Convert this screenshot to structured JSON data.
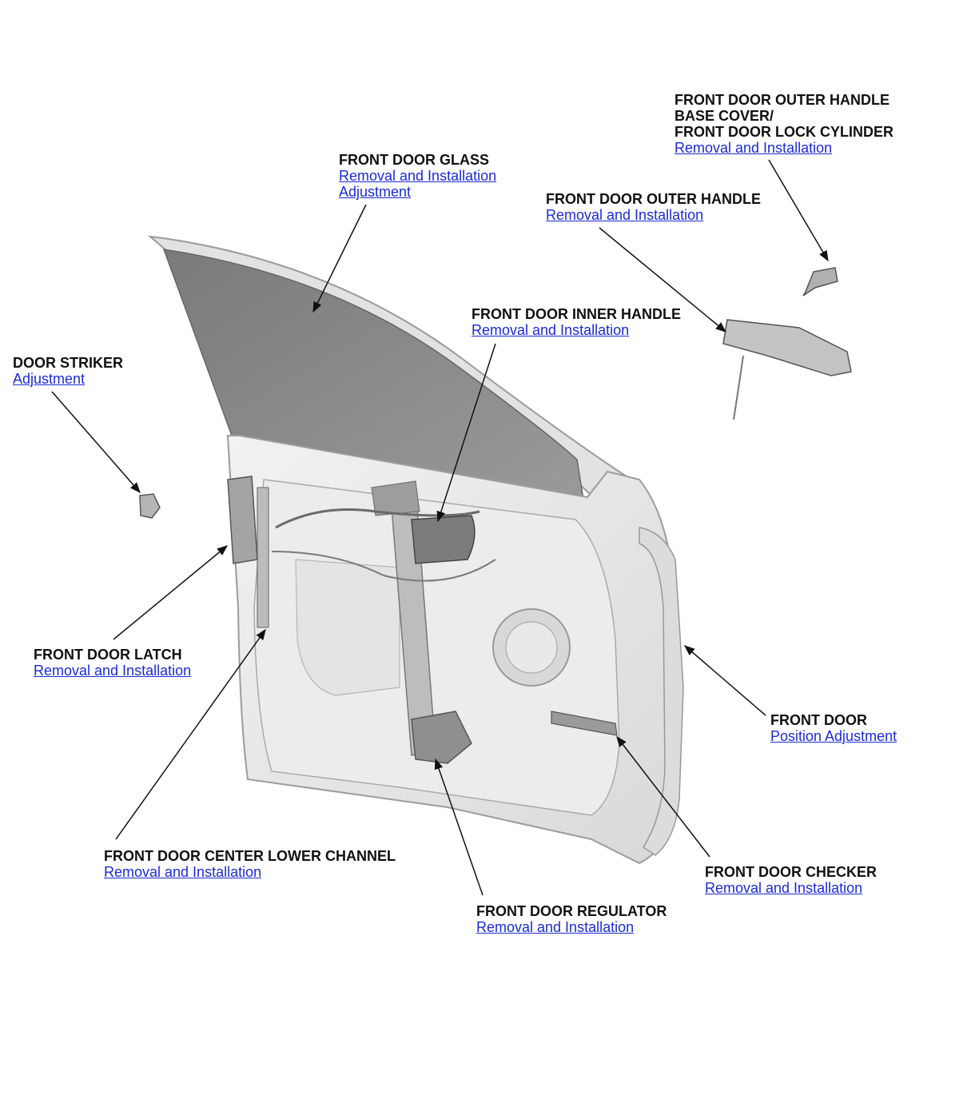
{
  "colors": {
    "link": "#1a2bd6",
    "label": "#111111",
    "glass": "#8a8a8a",
    "panel": "#e8e8e8"
  },
  "callouts": {
    "outer_handle_base_cover": {
      "title_lines": [
        "FRONT DOOR OUTER HANDLE",
        "BASE COVER/",
        "FRONT DOOR LOCK CYLINDER"
      ],
      "links": [
        "Removal and Installation"
      ]
    },
    "glass": {
      "title_lines": [
        "FRONT DOOR GLASS"
      ],
      "links": [
        "Removal and Installation",
        "Adjustment"
      ]
    },
    "outer_handle": {
      "title_lines": [
        "FRONT DOOR OUTER HANDLE"
      ],
      "links": [
        "Removal and Installation"
      ]
    },
    "inner_handle": {
      "title_lines": [
        "FRONT DOOR INNER HANDLE"
      ],
      "links": [
        "Removal and Installation"
      ]
    },
    "door_striker": {
      "title_lines": [
        "DOOR STRIKER"
      ],
      "links": [
        "Adjustment"
      ]
    },
    "latch": {
      "title_lines": [
        "FRONT DOOR LATCH"
      ],
      "links": [
        "Removal and Installation"
      ]
    },
    "front_door": {
      "title_lines": [
        "FRONT DOOR"
      ],
      "links": [
        "Position Adjustment"
      ]
    },
    "center_lower_channel": {
      "title_lines": [
        "FRONT DOOR CENTER LOWER CHANNEL"
      ],
      "links": [
        "Removal and Installation"
      ]
    },
    "checker": {
      "title_lines": [
        "FRONT DOOR CHECKER"
      ],
      "links": [
        "Removal and Installation"
      ]
    },
    "regulator": {
      "title_lines": [
        "FRONT DOOR REGULATOR"
      ],
      "links": [
        "Removal and Installation"
      ]
    }
  }
}
